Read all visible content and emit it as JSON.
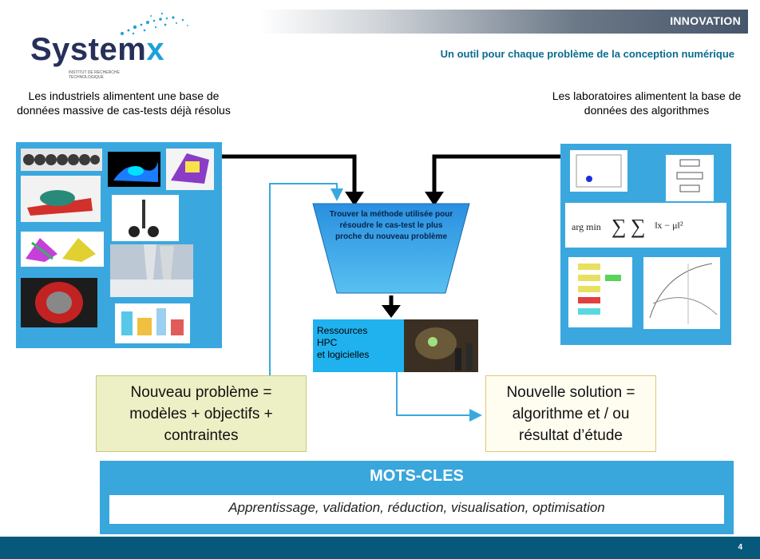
{
  "header": {
    "label": "INNOVATION",
    "subtitle": "Un outil pour chaque problème de la conception numérique"
  },
  "logo": {
    "word_main": "System",
    "word_x": "x",
    "tagline": "INSTITUT DE RECHERCHE TECHNOLOGIQUE"
  },
  "left": {
    "heading": "Les industriels alimentent une base de données massive de cas-tests déjà résolus"
  },
  "right": {
    "heading": "Les laboratoires alimentent la base de données des algorithmes"
  },
  "center": {
    "funnel_text": "Trouver la méthode utilisée pour résoudre le cas-test le plus proche du nouveau problème",
    "resources_text": "Ressources\nHPC\n et logicielles"
  },
  "new_problem": {
    "text": "Nouveau problème =\nmodèles + objectifs +\ncontraintes"
  },
  "new_solution": {
    "text": "Nouvelle solution =\nalgorithme et / ou\nrésultat d’étude"
  },
  "keywords": {
    "title": "MOTS-CLES",
    "text": "Apprentissage, validation, réduction, visualisation, optimisation"
  },
  "footer": {
    "page": "4"
  },
  "colors": {
    "panel_blue": "#3aa8df",
    "dark_blue": "#06597b",
    "funnel_blue": "#2a96e0",
    "arrow_black": "#000000",
    "connector_blue": "#3aa8df"
  }
}
